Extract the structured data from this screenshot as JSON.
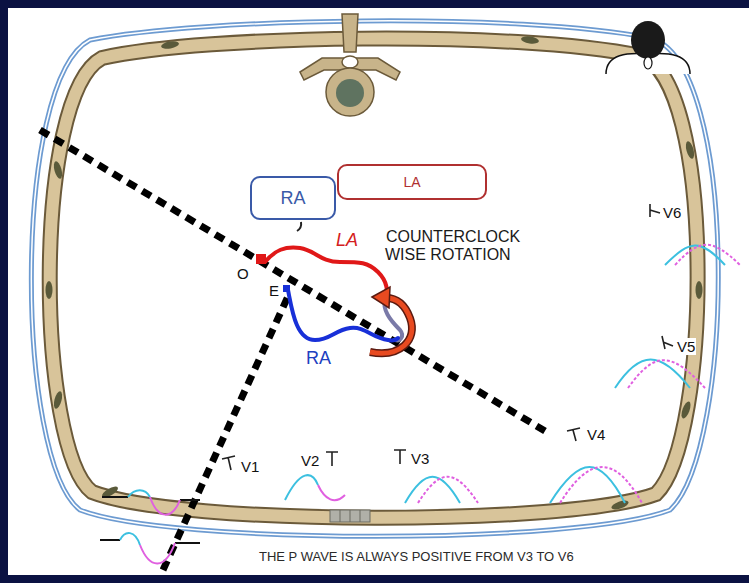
{
  "diagram": {
    "nodes": [
      {
        "text": [
          "RA"
        ]
      },
      {
        "text": [
          "LA"
        ]
      }
    ],
    "labels": [
      "COUNTERCLOCK WISE ROTATION",
      "V6",
      "O",
      "LA",
      "E",
      "V5",
      "RA",
      "V4",
      "V1",
      "V2",
      "V3",
      "THE P WAVE IS ALWAYS POSITIVE FROM V3 TO V6"
    ]
  }
}
